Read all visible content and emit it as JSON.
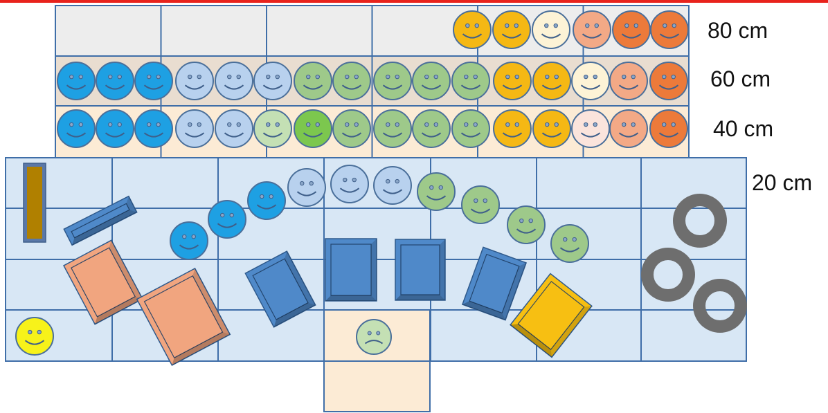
{
  "rows": [
    {
      "label": "80 cm",
      "smiley_colors": [
        "#f5b814",
        "#f5b814",
        "#fdf3d6",
        "#f3a986",
        "#ec7a3a",
        "#ec7a3a"
      ]
    },
    {
      "label": "60 cm",
      "smiley_colors": [
        "#1ea0e3",
        "#1ea0e3",
        "#1ea0e3",
        "#b8d1ee",
        "#b8d1ee",
        "#b8d1ee",
        "#9ec98a",
        "#9ec98a",
        "#9ec98a",
        "#9ec98a",
        "#9ec98a",
        "#f5b814",
        "#f5b814",
        "#fdf3d6",
        "#f3a986",
        "#ec7a3a"
      ]
    },
    {
      "label": "40 cm",
      "smiley_colors": [
        "#1ea0e3",
        "#1ea0e3",
        "#1ea0e3",
        "#b8d1ee",
        "#b8d1ee",
        "#c4e0b4",
        "#7cc74e",
        "#9ec98a",
        "#9ec98a",
        "#9ec98a",
        "#9ec98a",
        "#f5b814",
        "#f5b814",
        "#fbe4dc",
        "#f3a986",
        "#ec7a3a"
      ]
    },
    {
      "label": "20 cm",
      "smiley_colors": [
        "#1ea0e3",
        "#1ea0e3",
        "#1ea0e3",
        "#b8d1ee",
        "#b8d1ee",
        "#b8d1ee",
        "#9ec98a",
        "#9ec98a",
        "#9ec98a",
        "#9ec98a"
      ]
    }
  ],
  "special_smileys": {
    "conductor": "#f7f21a",
    "front": "#c4e0b4"
  },
  "colors": {
    "tile": "#d8e7f5",
    "tile_border": "#3f6ea8",
    "riser_top": "#ededed",
    "riser_mid": "#e9ddd0",
    "riser_low": "#fcebd5",
    "podium": "#fcebd5",
    "piano": "#f1a57f",
    "cabinet_blue": "#4f89c9",
    "cabinet_gold": "#f7bf12",
    "drum": "#6e6e6e",
    "stand": "#b08000",
    "top_line": "#e8231c"
  }
}
